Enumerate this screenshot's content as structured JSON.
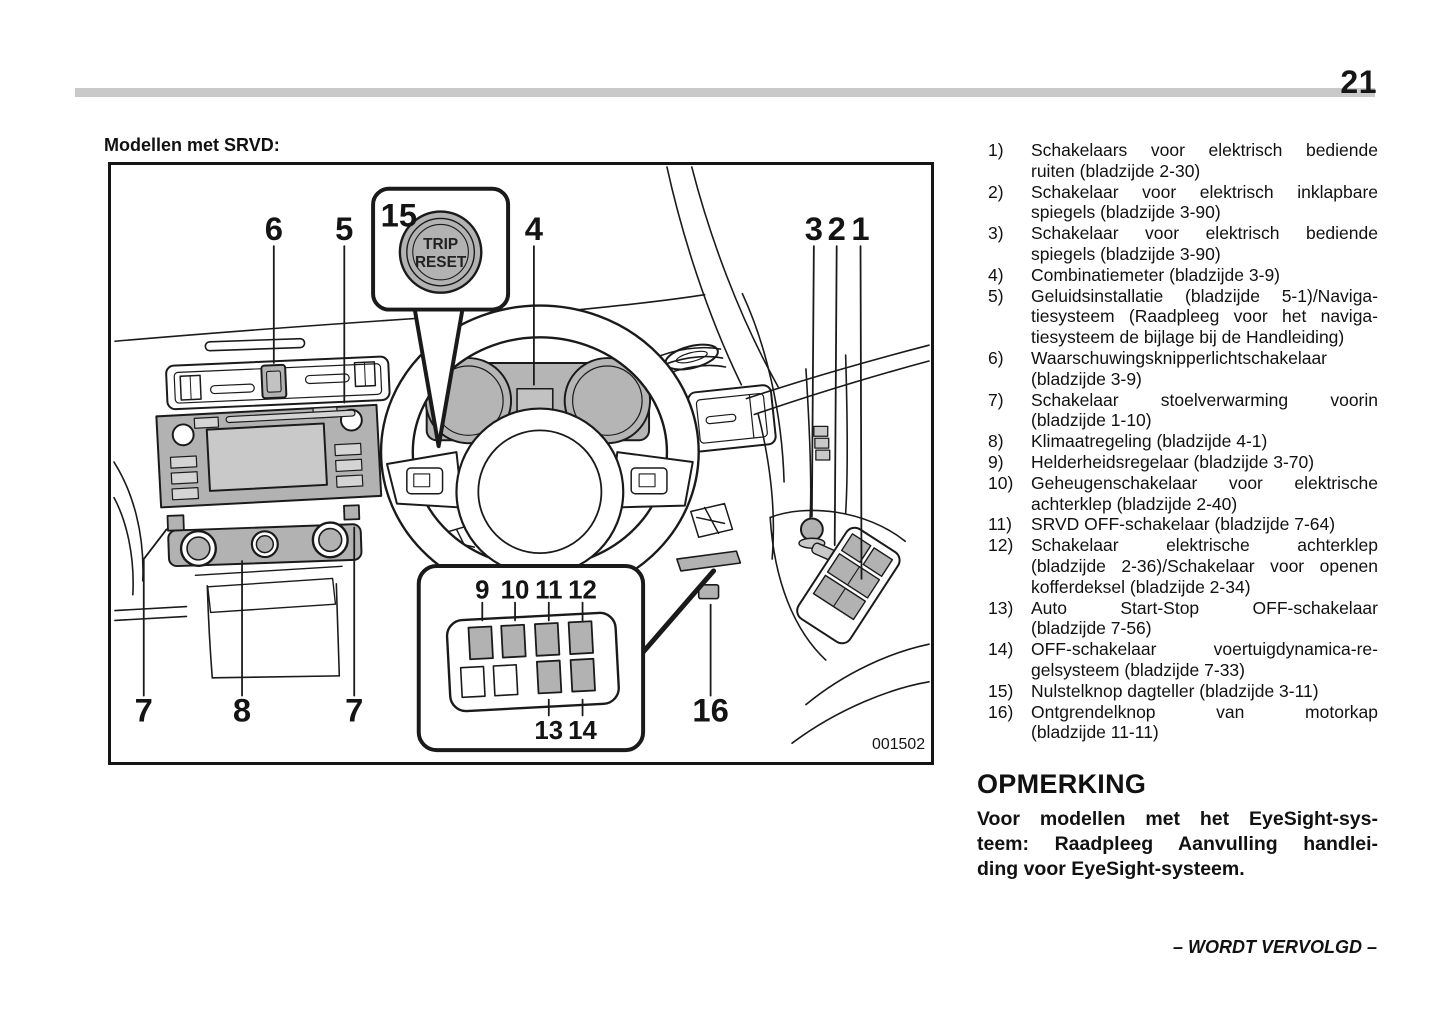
{
  "page": {
    "number": "21"
  },
  "heading": "Modellen met SRVD:",
  "figure": {
    "code": "001502",
    "button": {
      "line1": "TRIP",
      "line2": "RESET"
    },
    "labels": {
      "l1": "1",
      "l2": "2",
      "l3": "3",
      "l4": "4",
      "l5": "5",
      "l6": "6",
      "l7a": "7",
      "l7b": "7",
      "l8": "8",
      "l9": "9",
      "l10": "10",
      "l11": "11",
      "l12": "12",
      "l13": "13",
      "l14": "14",
      "l15": "15",
      "l16": "16"
    },
    "colors": {
      "line": "#1a1a1a",
      "gray": "#b2b2b2",
      "light_gray": "#c9c9c9",
      "panel_gray": "#b5b5b5"
    }
  },
  "legend": {
    "items": [
      {
        "num": "1)",
        "lines": [
          "Schakelaars voor elektrisch bediende",
          "ruiten (bladzijde 2-30)"
        ]
      },
      {
        "num": "2)",
        "lines": [
          "Schakelaar voor elektrisch inklapbare",
          "spiegels (bladzijde 3-90)"
        ]
      },
      {
        "num": "3)",
        "lines": [
          "Schakelaar voor elektrisch bediende",
          "spiegels (bladzijde 3-90)"
        ]
      },
      {
        "num": "4)",
        "lines": [
          "Combinatiemeter (bladzijde 3-9)"
        ]
      },
      {
        "num": "5)",
        "lines": [
          "Geluidsinstallatie (bladzijde 5-1)/Naviga-",
          "tiesysteem (Raadpleeg voor het naviga-",
          "tiesysteem de bijlage bij de Handleiding)"
        ]
      },
      {
        "num": "6)",
        "lines": [
          "Waarschuwingsknipperlichtschakelaar",
          "(bladzijde 3-9)"
        ]
      },
      {
        "num": "7)",
        "lines": [
          "Schakelaar stoelverwarming voorin",
          "(bladzijde 1-10)"
        ]
      },
      {
        "num": "8)",
        "lines": [
          "Klimaatregeling (bladzijde 4-1)"
        ]
      },
      {
        "num": "9)",
        "lines": [
          "Helderheidsregelaar (bladzijde 3-70)"
        ]
      },
      {
        "num": "10)",
        "lines": [
          "Geheugenschakelaar voor elektrische",
          "achterklep (bladzijde 2-40)"
        ]
      },
      {
        "num": "11)",
        "lines": [
          "SRVD OFF-schakelaar (bladzijde 7-64)"
        ]
      },
      {
        "num": "12)",
        "lines": [
          "Schakelaar elektrische achterklep",
          "(bladzijde 2-36)/Schakelaar voor openen",
          "kofferdeksel (bladzijde 2-34)"
        ]
      },
      {
        "num": "13)",
        "lines": [
          "Auto Start-Stop OFF-schakelaar",
          "(bladzijde 7-56)"
        ]
      },
      {
        "num": "14)",
        "lines": [
          "OFF-schakelaar voertuigdynamica-re-",
          "gelsysteem (bladzijde 7-33)"
        ]
      },
      {
        "num": "15)",
        "lines": [
          "Nulstelknop dagteller (bladzijde 3-11)"
        ]
      },
      {
        "num": "16)",
        "lines": [
          "Ontgrendelknop van motorkap",
          "(bladzijde 11-11)"
        ]
      }
    ]
  },
  "note": {
    "title": "OPMERKING",
    "lines": [
      "Voor modellen met het EyeSight-sys-",
      "teem: Raadpleeg Aanvulling handlei-",
      "ding voor EyeSight-systeem."
    ]
  },
  "footer": "– WORDT VERVOLGD –"
}
